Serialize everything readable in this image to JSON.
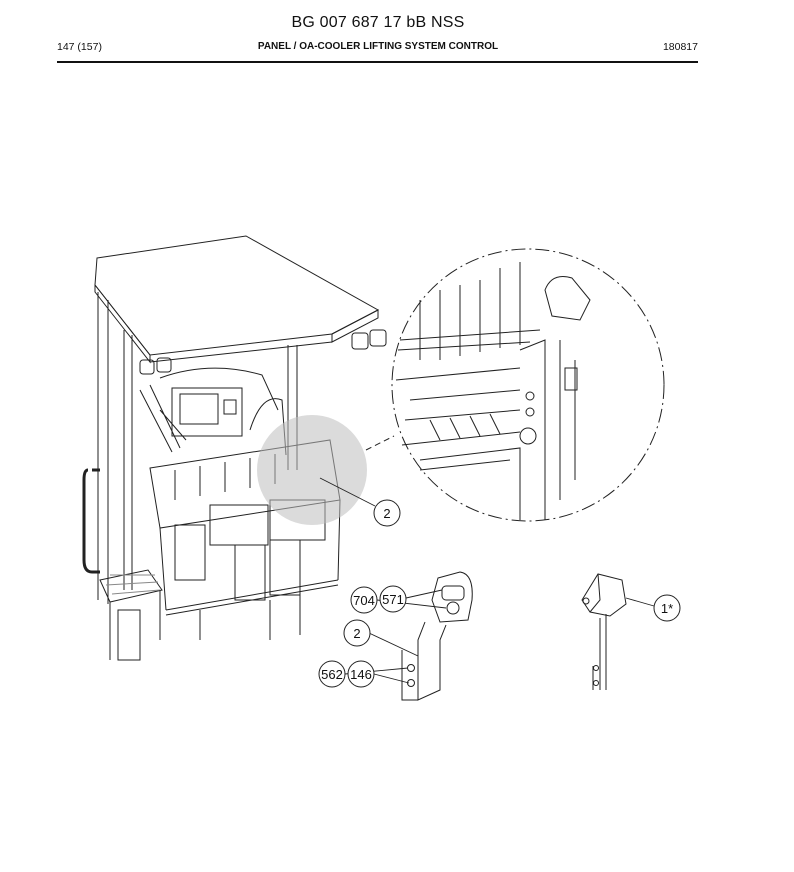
{
  "header": {
    "doc_number": "BG 007 687 17 bB NSS",
    "page": "147 (157)",
    "section_title": "PANEL / OA-COOLER LIFTING SYSTEM CONTROL",
    "date": "180817"
  },
  "callouts": [
    {
      "label": "2"
    },
    {
      "label": "704"
    },
    {
      "label": "571"
    },
    {
      "label": "2"
    },
    {
      "label": "562"
    },
    {
      "label": "146"
    },
    {
      "label": "1*"
    }
  ]
}
